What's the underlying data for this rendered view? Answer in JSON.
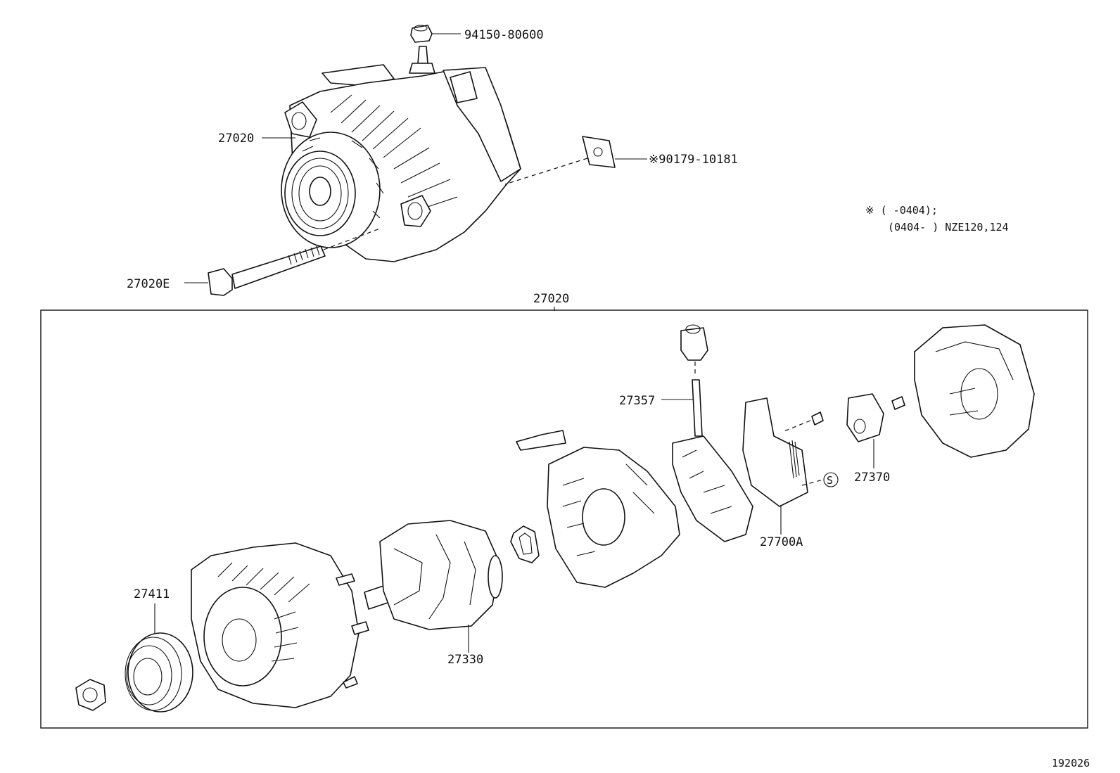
{
  "labels": {
    "bolt_top": "94150-80600",
    "alternator_assy": "27020",
    "clip": "※90179-10181",
    "long_bolt": "27020E",
    "group_title": "27020",
    "terminal_insulator": "27357",
    "pulley": "27411",
    "rotor": "27330",
    "regulator": "27700A",
    "brush_holder": "27370",
    "s_mark": "S",
    "figure_id": "192026"
  },
  "note": {
    "line1": "※ (     -0404);",
    "line2": "(0404-     ) NZE120,124"
  }
}
